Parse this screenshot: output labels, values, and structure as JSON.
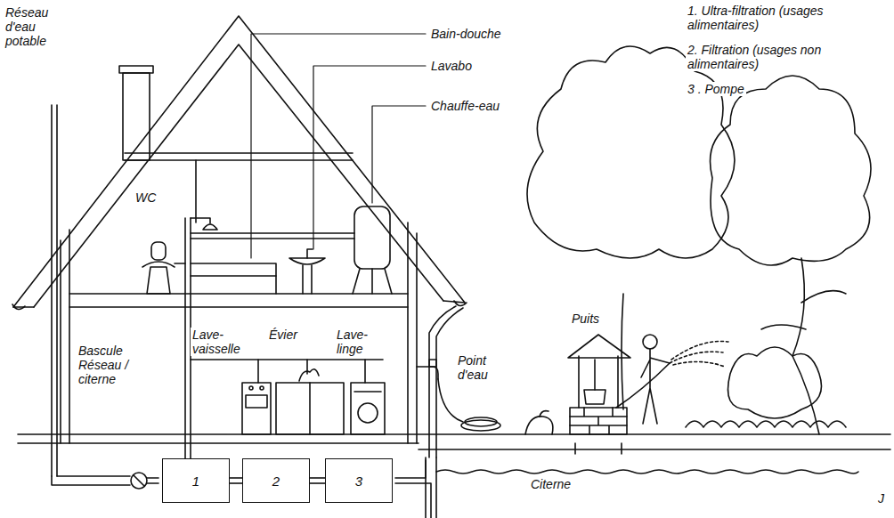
{
  "diagram": {
    "nodes": [
      {
        "text": [
          "1"
        ]
      },
      {
        "text": [
          "2"
        ]
      },
      {
        "text": [
          "3"
        ]
      }
    ],
    "edges": [
      {
        "from": 0,
        "to": 1,
        "arrow": "none"
      },
      {
        "from": 1,
        "to": 2,
        "arrow": "none"
      }
    ],
    "labels": [
      "Réseau d'eau potable",
      "Bain-douche",
      "Lavabo",
      "Chauffe-eau",
      "1. Ultra-filtration (usages alimentaires)",
      "2. Filtration (usages non alimentaires)",
      "3 . Pompe",
      "WC",
      "Lave-vaisselle",
      "Évier",
      "Lave-linge",
      "Bascule Réseau / citerne",
      "Point d'eau",
      "Puits",
      "Citerne",
      "J"
    ]
  }
}
